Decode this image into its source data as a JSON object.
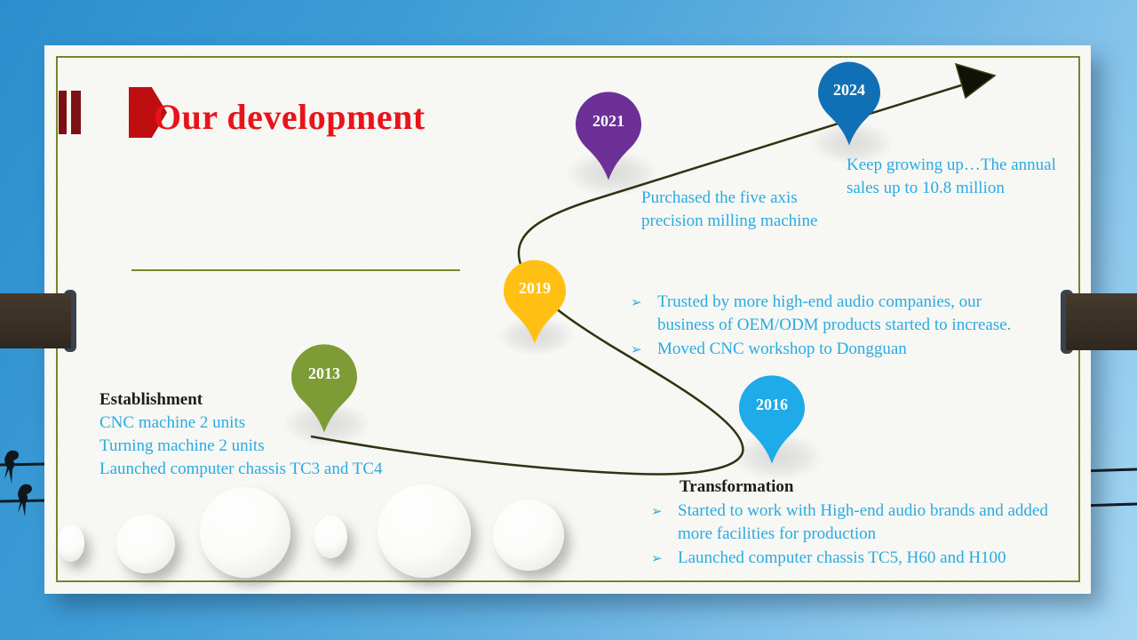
{
  "title": {
    "text": "Our development"
  },
  "bullet_char": "➢",
  "pins": {
    "p2013": {
      "year": "2013",
      "color": "#7E9C35"
    },
    "p2016": {
      "year": "2016",
      "color": "#1FAAE9"
    },
    "p2019": {
      "year": "2019",
      "color": "#FFC013"
    },
    "p2021": {
      "year": "2021",
      "color": "#6C3097"
    },
    "p2024": {
      "year": "2024",
      "color": "#1070B6"
    }
  },
  "blocks": {
    "b2013": {
      "heading": "Establishment",
      "lines": [
        "CNC machine 2 units",
        "Turning machine 2 units",
        "Launched computer chassis TC3 and TC4"
      ]
    },
    "b2016": {
      "heading": "Transformation",
      "bullets": [
        "Started to work with High-end audio brands and added more facilities for production",
        "Launched computer chassis TC5, H60 and H100"
      ]
    },
    "b2019": {
      "bullets": [
        "Trusted by more high-end audio companies, our business of OEM/ODM products started to increase.",
        "Moved CNC workshop to Dongguan"
      ]
    },
    "b2021": {
      "text": "Purchased the five axis precision milling machine"
    },
    "b2024": {
      "text": "Keep growing up…The annual sales up to 10.8 million"
    }
  },
  "colors": {
    "sky_top": "#2B8FCD",
    "sky_bottom": "#A5D6F3",
    "card_bg": "#F8F8F5",
    "card_border_olive": "#76852C",
    "curve_dark_olive": "#2E340F",
    "title_red": "#E9141A",
    "icon_maroon": "#7E1113",
    "icon_red": "#BF0E10",
    "body_text_cyan": "#29ABE2",
    "heading_black": "#1C1C1C",
    "ribbon_brown": "#3A3026"
  }
}
